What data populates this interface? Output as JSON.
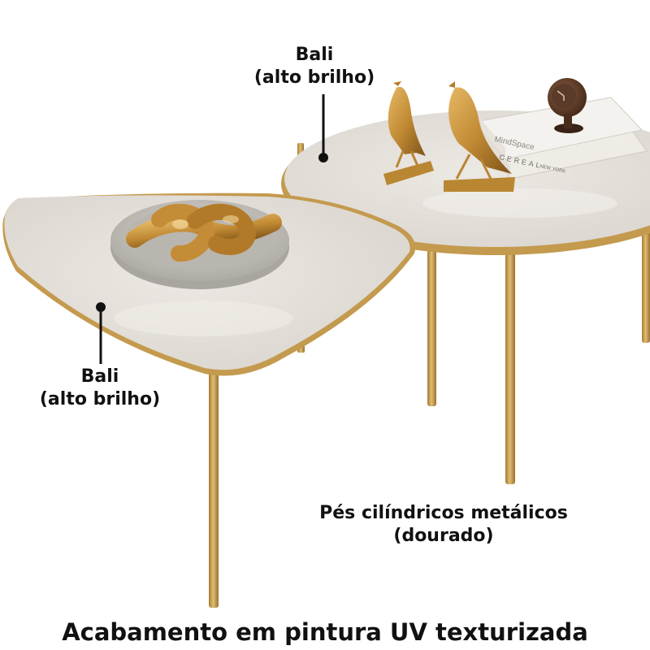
{
  "callouts": {
    "round_table": {
      "line1": "Bali",
      "line2": "(alto brilho)"
    },
    "triangle_table": {
      "line1": "Bali",
      "line2": "(alto brilho)"
    },
    "legs": {
      "line1": "Pés cilíndricos metálicos",
      "line2": "(dourado)"
    }
  },
  "caption": "Acabamento em pintura UV texturizada",
  "props": {
    "book_top_spine": "MindSpace",
    "book_bottom_spine": "CEREAL",
    "book_bottom_sub": "NEW YORK"
  },
  "colors": {
    "tabletop": "#e5e0da",
    "gold_trim": "#c49a4e",
    "gold_leg": "#c9a052",
    "bowl_concrete": "#c9c6c1",
    "knot_gold": "#b8822f"
  }
}
